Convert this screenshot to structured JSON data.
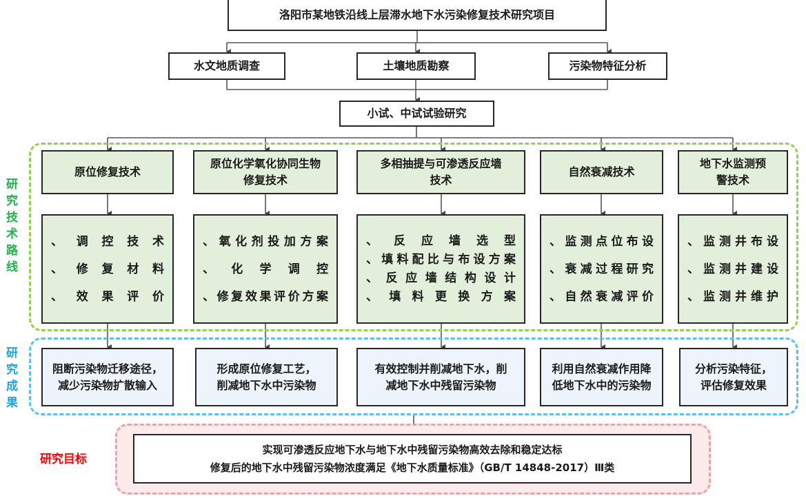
{
  "title": "洛阳市某地铁沿线上层滞水地下水污染修复技术研究项目",
  "surveys": [
    "水文地质调查",
    "土壤地质勘察",
    "污染物特征分析"
  ],
  "experiment": "小试、中试试验研究",
  "labels": {
    "technical": "研究技术路线",
    "content": "研究成果",
    "goal": "研究目标"
  },
  "techniques": [
    {
      "title_lines": [
        "原位修复技术"
      ],
      "items": [
        "、调控技术",
        "、修复材料",
        "、效果评价"
      ],
      "outcome_lines": [
        "阻断污染物迁移途径，",
        "减少污染物扩散输入"
      ]
    },
    {
      "title_lines": [
        "原位化学氧化协同生物",
        "修复技术"
      ],
      "items": [
        "、氧化剂投加方案",
        "、化学调控",
        "、修复效果评价方案"
      ],
      "outcome_lines": [
        "形成原位修复工艺，",
        "削减地下水中污染物"
      ]
    },
    {
      "title_lines": [
        "多相抽提与可渗透反应墙",
        "技术"
      ],
      "items": [
        "、反应墙选型",
        "、填料配比与布设方案",
        "、反应墙结构设计",
        "、填料更换方案"
      ],
      "outcome_lines": [
        "有效控制并削减地下水，削",
        "减地下水中残留污染物"
      ]
    },
    {
      "title_lines": [
        "自然衰减技术"
      ],
      "items": [
        "、监测点位布设",
        "、衰减过程研究",
        "、自然衰减评价"
      ],
      "outcome_lines": [
        "利用自然衰减作用降",
        "低地下水中的污染物"
      ]
    },
    {
      "title_lines": [
        "地下水监测预",
        "警技术"
      ],
      "items": [
        "、监测井布设",
        "、监测井建设",
        "、监测井维护"
      ],
      "outcome_lines": [
        "分析污染特征，",
        "评估修复效果"
      ]
    }
  ],
  "goal_lines": [
    "实现可渗透反应地下水与地下水中残留污染物高效去除和稳定达标",
    "修复后的地下水中残留污染物浓度满足《地下水质量标准》（GB/T 14848-2017）Ⅲ类"
  ],
  "colors": {
    "green_region": "#92d050",
    "blue_region": "#5bc0eb",
    "red_region": "#f3a0a0",
    "green_label": "#22b14c",
    "blue_label": "#1fa3e0",
    "red_label": "#ff0000"
  }
}
